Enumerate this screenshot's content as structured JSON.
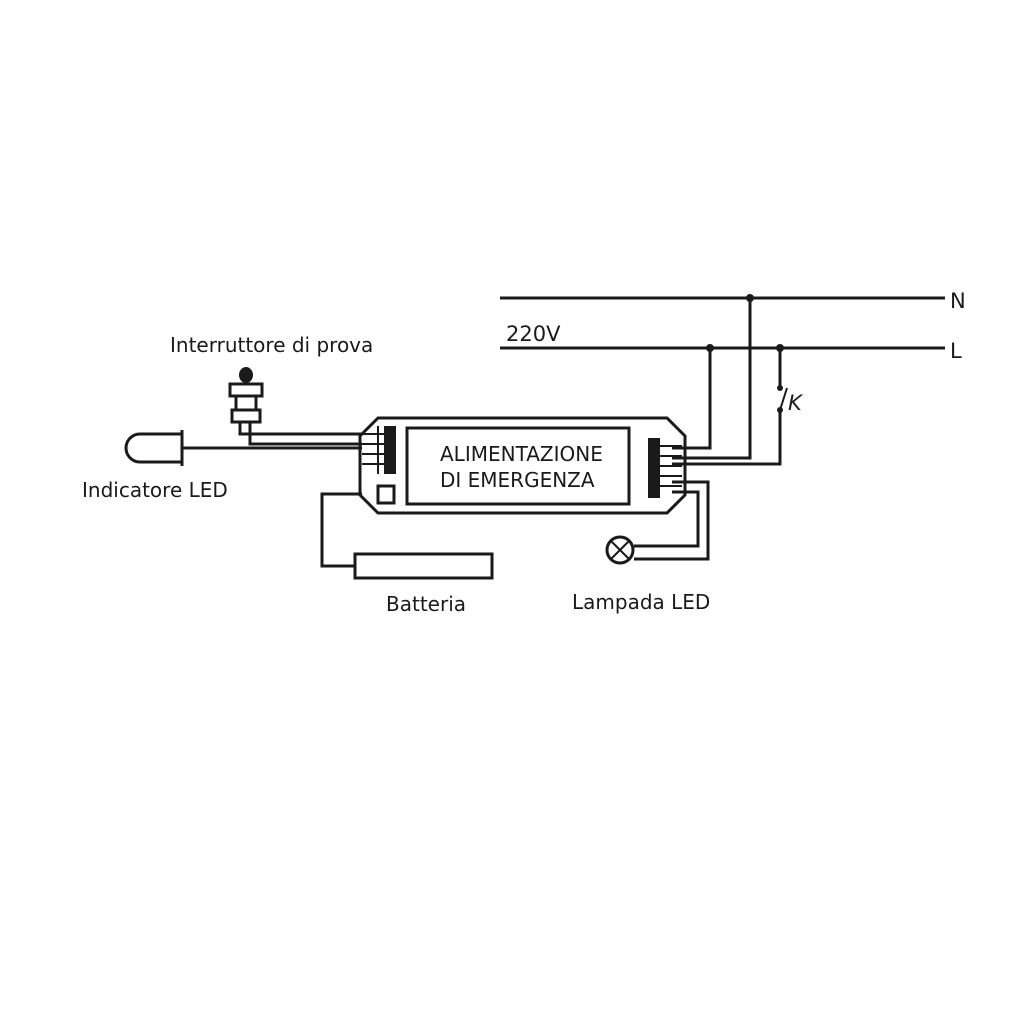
{
  "mains": {
    "neutral_label": "N",
    "line_label": "L",
    "voltage_label": "220V",
    "switch_label": "K"
  },
  "unit": {
    "title_line1": "ALIMENTAZIONE",
    "title_line2": "DI EMERGENZA"
  },
  "components": {
    "test_switch_label": "Interruttore di prova",
    "indicator_label": "Indicatore LED",
    "battery_label": "Batteria",
    "lamp_label": "Lampada LED"
  },
  "colors": {
    "ink": "#1a1a1a",
    "background": "#ffffff"
  }
}
